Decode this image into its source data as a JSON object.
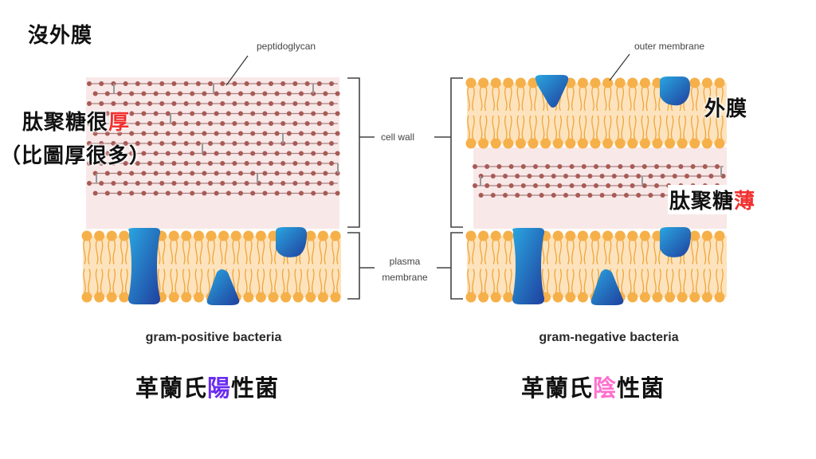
{
  "annotations": {
    "no_outer_membrane": "沒外膜",
    "thick_pg_line1_prefix": "肽聚糖很",
    "thick_pg_line1_emph": "厚",
    "thick_pg_line2": "（比圖厚很多）",
    "outer_membrane_zh": "外膜",
    "thin_pg_prefix": "肽聚糖",
    "thin_pg_emph": "薄",
    "gram_pos_zh_prefix": "革蘭氏",
    "gram_pos_zh_emph": "陽",
    "gram_pos_zh_suffix": "性菌",
    "gram_neg_zh_prefix": "革蘭氏",
    "gram_neg_zh_emph": "陰",
    "gram_neg_zh_suffix": "性菌"
  },
  "labels": {
    "peptidoglycan": "peptidoglycan",
    "outer_membrane": "outer membrane",
    "cell_wall": "cell wall",
    "plasma_membrane_1": "plasma",
    "plasma_membrane_2": "membrane",
    "gram_positive": "gram-positive bacteria",
    "gram_negative": "gram-negative bacteria"
  },
  "colors": {
    "emphasis_red": "#f03030",
    "positive_purple": "#6a2cf0",
    "negative_pink": "#ff6fcf",
    "lipid_head": "#f6b04a",
    "lipid_band": "#fde3bd",
    "cell_wall_bg": "#f8e8e8",
    "peptidoglycan_dot": "#a85a55",
    "protein_light": "#2aa6e0",
    "protein_dark": "#1f3f9e"
  },
  "structure": {
    "gram_positive": {
      "peptidoglycan_rows": 12,
      "has_outer_membrane": false,
      "membrane_proteins": [
        "channel-protein",
        "peripheral-protein-top",
        "peripheral-protein-bottom"
      ]
    },
    "gram_negative": {
      "peptidoglycan_rows": 4,
      "has_outer_membrane": true,
      "outer_membrane_proteins": [
        "porin-funnel",
        "peripheral-protein-top"
      ],
      "membrane_proteins": [
        "channel-protein",
        "peripheral-protein-top",
        "peripheral-protein-bottom"
      ]
    }
  }
}
